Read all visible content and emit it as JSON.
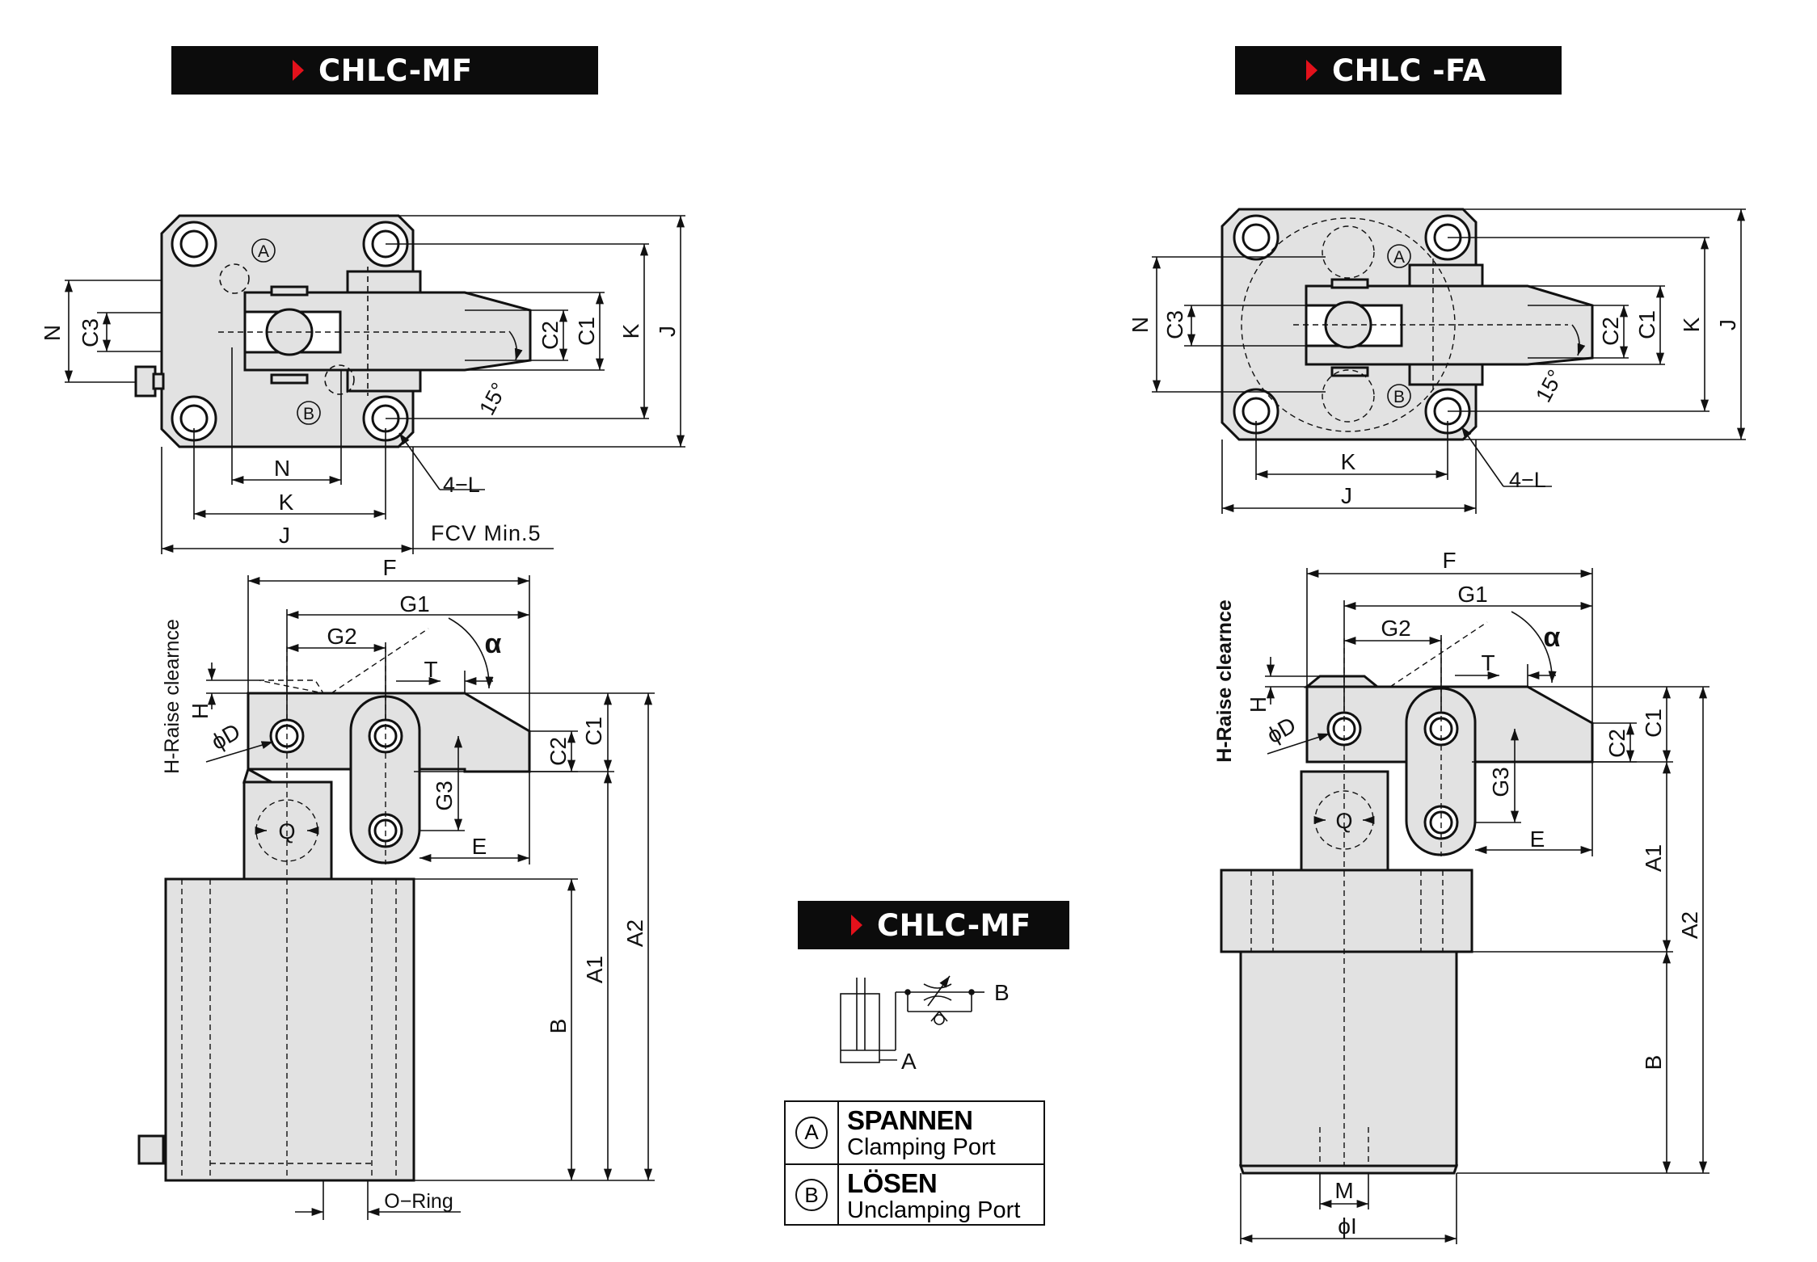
{
  "banners": {
    "left": "CHLC-MF",
    "right": "CHLC -FA",
    "center": "CHLC-MF"
  },
  "legend": [
    {
      "letter": "A",
      "title": "SPANNEN",
      "subtitle": "Clamping Port"
    },
    {
      "letter": "B",
      "title": "LÖSEN",
      "subtitle": "Unclamping Port"
    }
  ],
  "symbol": {
    "port_a": "A",
    "port_b": "B"
  },
  "left_top": {
    "N": "N",
    "C3": "C3",
    "C2": "C2",
    "C1": "C1",
    "K": "K",
    "J": "J",
    "angle": "15°",
    "bolt": "4−L",
    "dim_N": "N",
    "dim_K": "K",
    "dim_J": "J",
    "fcv": "FCV Min.5",
    "port_a": "A",
    "port_b": "B"
  },
  "left_side": {
    "F": "F",
    "G1": "G1",
    "G2": "G2",
    "T": "T",
    "alpha": "α",
    "H": "H",
    "raise": "H-Raise clearnce",
    "D": "ϕD",
    "C2": "C2",
    "C1": "C1",
    "G3": "G3",
    "Q": "Q",
    "E": "E",
    "B": "B",
    "A1": "A1",
    "A2": "A2",
    "oring": "O−Ring"
  },
  "right_top": {
    "N": "N",
    "C3": "C3",
    "C2": "C2",
    "C1": "C1",
    "K": "K",
    "J": "J",
    "angle": "15°",
    "bolt": "4−L",
    "dim_K": "K",
    "dim_J": "J",
    "port_a": "A",
    "port_b": "B"
  },
  "right_side": {
    "F": "F",
    "G1": "G1",
    "G2": "G2",
    "T": "T",
    "alpha": "α",
    "H": "H",
    "raise": "H-Raise clearnce",
    "D": "ϕD",
    "C2": "C2",
    "C1": "C1",
    "G3": "G3",
    "Q": "Q",
    "E": "E",
    "A1": "A1",
    "A2": "A2",
    "B": "B",
    "M": "M",
    "I": "ϕI"
  },
  "colors": {
    "part_fill": "#e2e2e2",
    "line": "#111111",
    "banner": "#0c0c0c",
    "accent": "#e3111b"
  }
}
